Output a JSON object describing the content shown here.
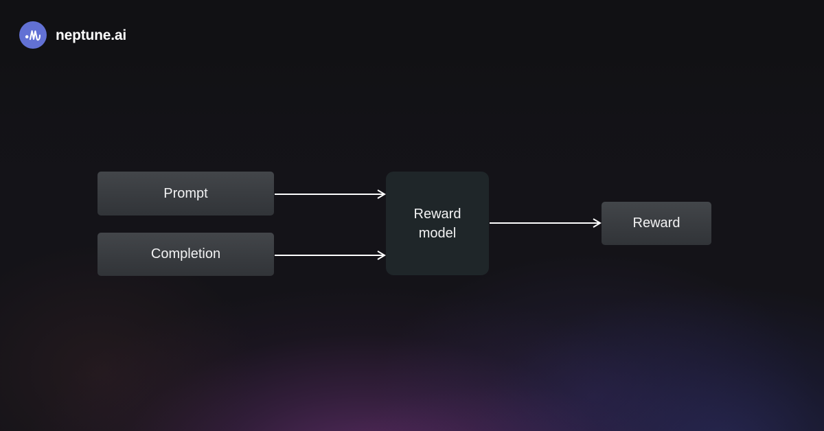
{
  "brand": {
    "name": "neptune.ai",
    "mark_icon": "neptune-waveform-icon",
    "mark_color": "#6271d4",
    "text_color": "#ffffff"
  },
  "diagram": {
    "type": "flow-diagram",
    "background_colors": {
      "base": "#141318",
      "glow_purple": "#7e3a8c",
      "glow_blue": "#303478",
      "top": "#111114"
    },
    "nodes": [
      {
        "id": "prompt",
        "label": "Prompt",
        "style": "gray-gradient",
        "fill": "#3b3e42",
        "text_color": "#f2f2f3"
      },
      {
        "id": "completion",
        "label": "Completion",
        "style": "gray-gradient",
        "fill": "#3b3e42",
        "text_color": "#f2f2f3"
      },
      {
        "id": "reward-model",
        "label_line1": "Reward",
        "label_line2": "model",
        "style": "dark-rounded",
        "fill": "#1f2629",
        "text_color": "#f2f2f3"
      },
      {
        "id": "reward",
        "label": "Reward",
        "style": "gray-gradient",
        "fill": "#3b3e42",
        "text_color": "#f2f2f3"
      }
    ],
    "edges": [
      {
        "id": "prompt-to-reward-model",
        "from": "prompt",
        "to": "reward-model",
        "arrow": true
      },
      {
        "id": "completion-to-reward-model",
        "from": "completion",
        "to": "reward-model",
        "arrow": true
      },
      {
        "id": "reward-model-to-reward",
        "from": "reward-model",
        "to": "reward",
        "arrow": true
      }
    ],
    "edge_color": "#ffffff"
  }
}
